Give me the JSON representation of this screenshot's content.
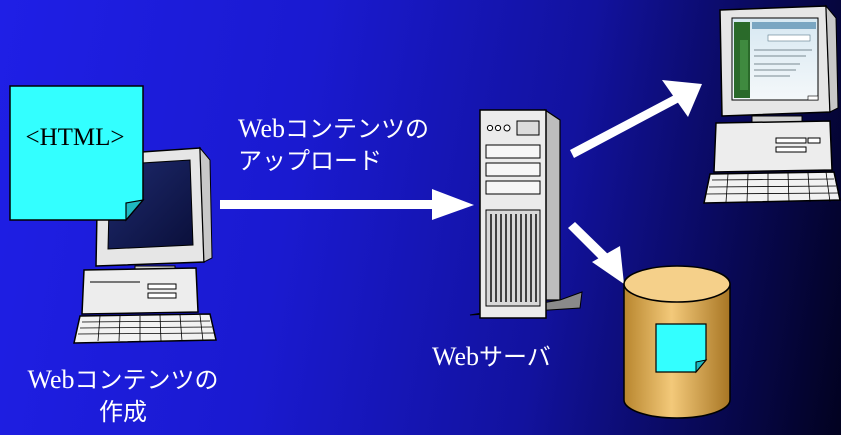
{
  "nodes": {
    "author_pc": {
      "doc_tag": "<HTML>"
    },
    "upload": {
      "line1_latin": "Web",
      "line1_jp": "コンテンツの",
      "line2": "アップロード"
    },
    "server": {
      "latin": "Web",
      "jp": "サーバ"
    },
    "creation": {
      "line1_latin": "Web",
      "line1_jp": "コンテンツの",
      "line2": "作成"
    }
  },
  "colors": {
    "document": "#33ffff",
    "database": "#e6b45a",
    "arrow": "#ffffff",
    "device_body": "#e8e8e8"
  }
}
